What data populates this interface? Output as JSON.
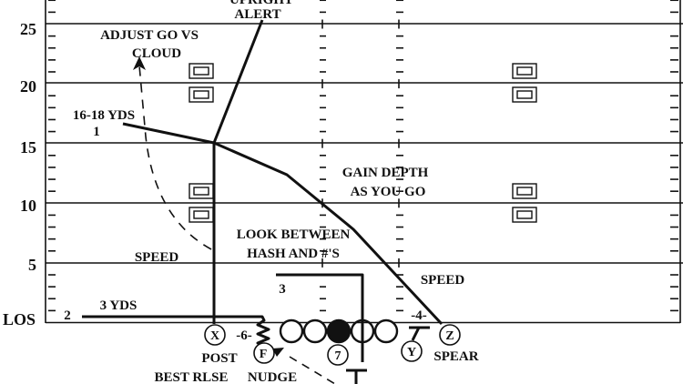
{
  "diagram": {
    "yard_labels": [
      "25",
      "20",
      "15",
      "10",
      "5",
      "LOS"
    ],
    "notes": {
      "upright": "UPRIGHT",
      "alert": "ALERT",
      "adjust_go": "ADJUST GO VS",
      "cloud": "CLOUD",
      "yds_16_18": "16-18 YDS",
      "one": "1",
      "gain_depth": "GAIN DEPTH",
      "as_you_go": "AS YOU GO",
      "look_between": "LOOK BETWEEN",
      "hash_and": "HASH AND #'S",
      "speed_left": "SPEED",
      "speed_right": "SPEED",
      "three_yds": "3 YDS",
      "two": "2",
      "three": "3",
      "split_6": "-6-",
      "split_4": "-4-",
      "post": "POST",
      "best_rlse": "BEST RLSE",
      "nudge": "NUDGE",
      "spear": "SPEAR"
    },
    "players": {
      "x": "X",
      "f": "F",
      "qb": "7",
      "y": "Y",
      "z": "Z"
    },
    "colors": {
      "ink": "#111111",
      "background": "#ffffff"
    }
  }
}
